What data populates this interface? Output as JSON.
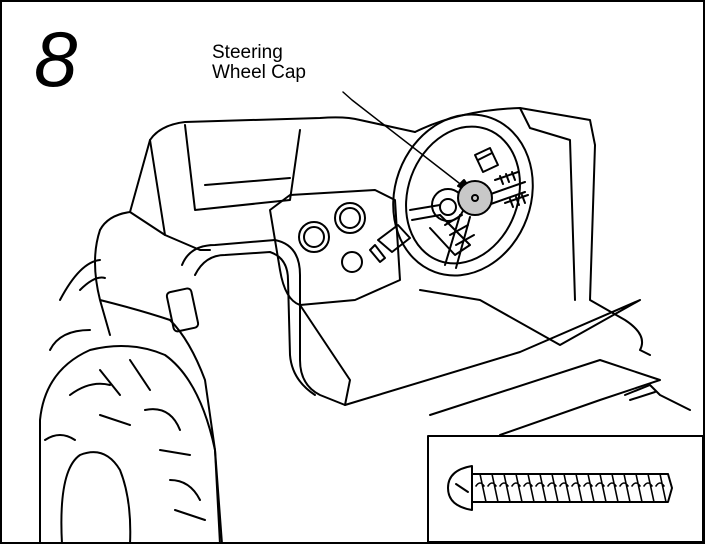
{
  "step": {
    "number": "8"
  },
  "callout": {
    "line1": "Steering",
    "line2": "Wheel Cap"
  },
  "inset": {
    "subject": "screw"
  },
  "colors": {
    "line": "#000000",
    "background": "#ffffff",
    "cap_fill": "#c8c8c8"
  }
}
